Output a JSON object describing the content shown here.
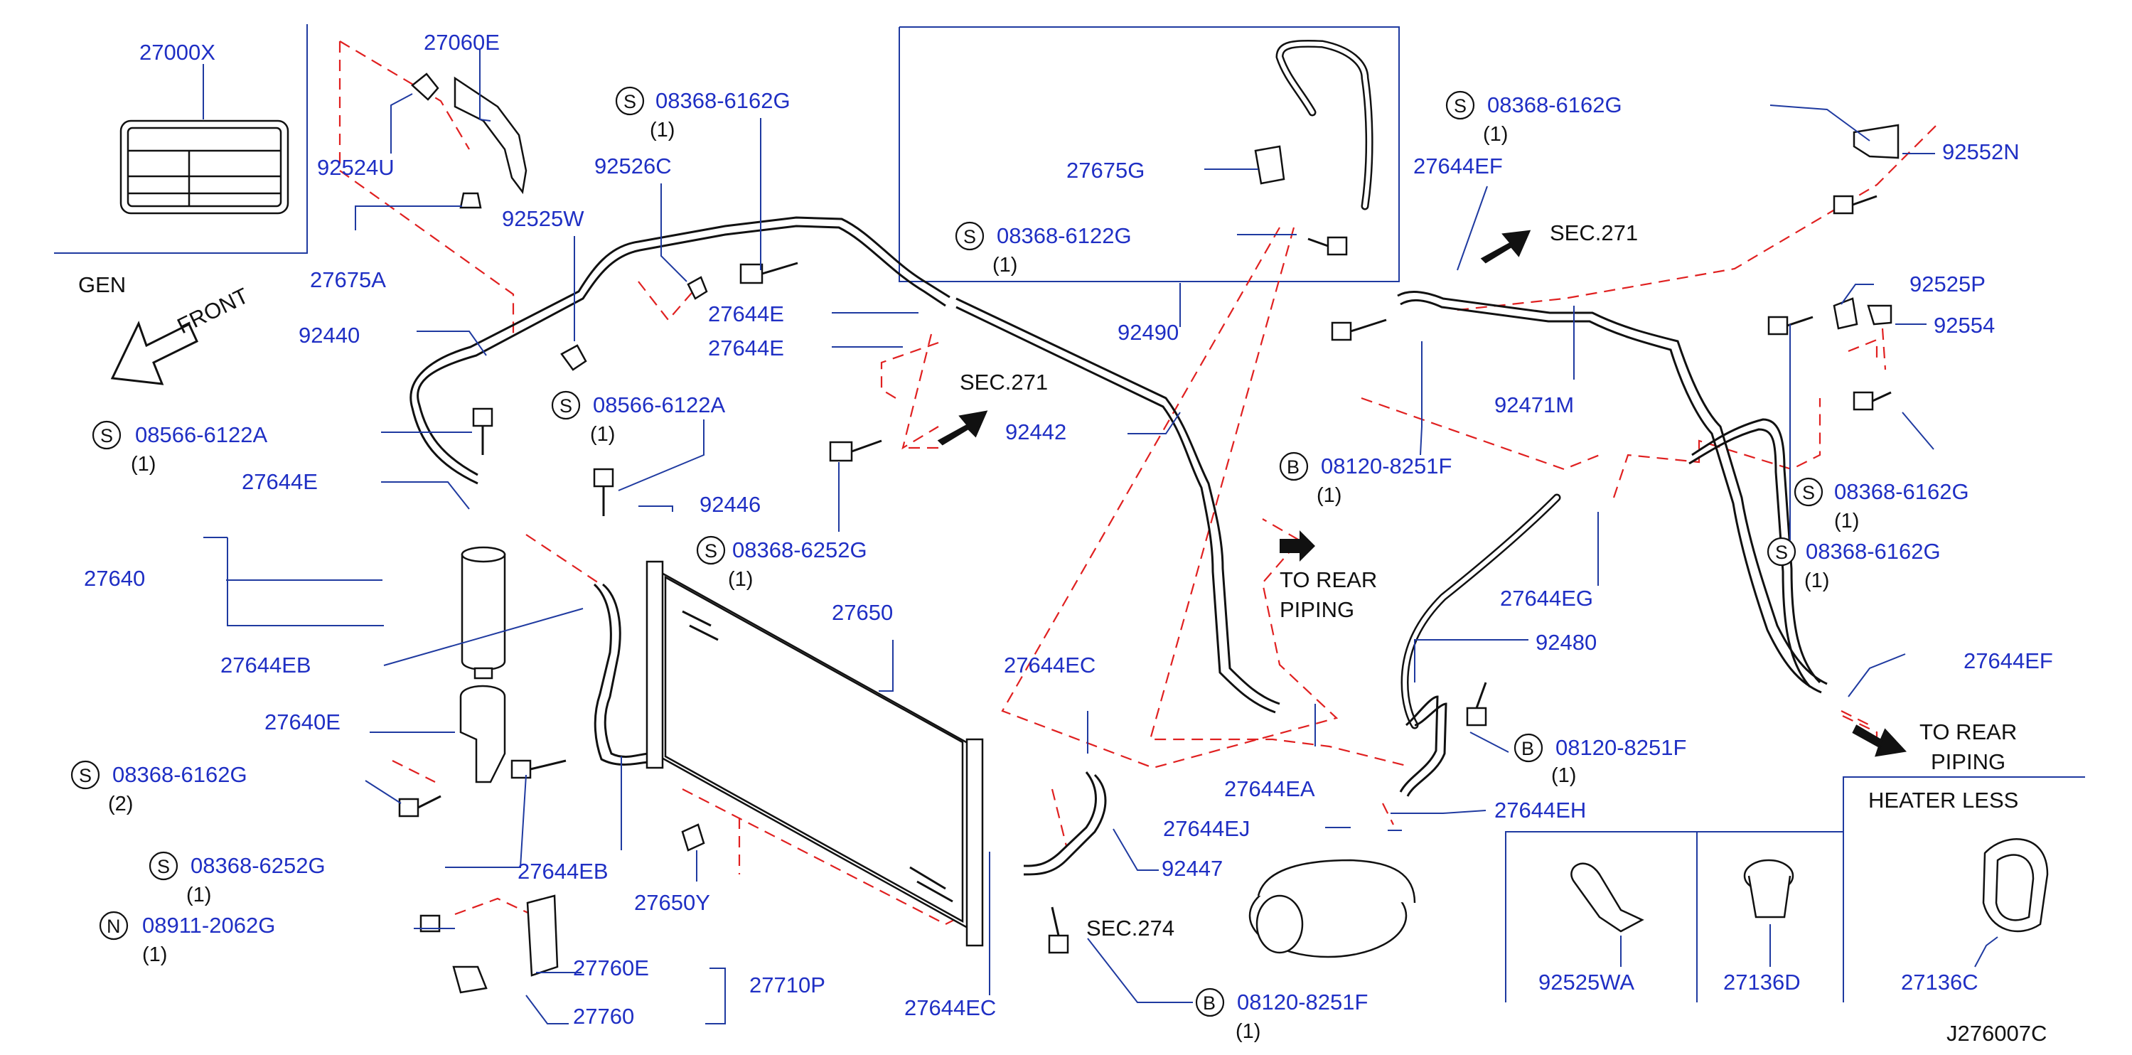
{
  "diagram_code": "J276007C",
  "orientation": {
    "gen": "GEN",
    "front": "FRONT"
  },
  "callouts": [
    {
      "id": "27000X",
      "part": "27000X"
    },
    {
      "id": "27060E",
      "part": "27060E"
    },
    {
      "id": "92524U",
      "part": "92524U"
    },
    {
      "id": "92525W",
      "part": "92525W"
    },
    {
      "id": "27675A",
      "part": "27675A"
    },
    {
      "id": "92526C",
      "part": "92526C"
    },
    {
      "id": "08368-6162G-a",
      "prefix": "S",
      "part": "08368-6162G",
      "qty": "(1)"
    },
    {
      "id": "27644E-a",
      "part": "27644E"
    },
    {
      "id": "27644E-b",
      "part": "27644E"
    },
    {
      "id": "92440",
      "part": "92440"
    },
    {
      "id": "08566-6122A-a",
      "prefix": "S",
      "part": "08566-6122A",
      "qty": "(1)"
    },
    {
      "id": "08566-6122A-b",
      "prefix": "S",
      "part": "08566-6122A",
      "qty": "(1)"
    },
    {
      "id": "27644E-c",
      "part": "27644E"
    },
    {
      "id": "92446",
      "part": "92446"
    },
    {
      "id": "08368-6252G-a",
      "prefix": "S",
      "part": "08368-6252G",
      "qty": "(1)"
    },
    {
      "id": "27640",
      "part": "27640"
    },
    {
      "id": "27644EB-a",
      "part": "27644EB"
    },
    {
      "id": "27650",
      "part": "27650"
    },
    {
      "id": "27640E",
      "part": "27640E"
    },
    {
      "id": "08368-6162G-b",
      "prefix": "S",
      "part": "08368-6162G",
      "qty": "(2)"
    },
    {
      "id": "08368-6252G-b",
      "prefix": "S",
      "part": "08368-6252G",
      "qty": "(1)"
    },
    {
      "id": "27644EB-b",
      "part": "27644EB"
    },
    {
      "id": "27650Y",
      "part": "27650Y"
    },
    {
      "id": "08911-2062G",
      "prefix": "N",
      "part": "08911-2062G",
      "qty": "(1)"
    },
    {
      "id": "27760E",
      "part": "27760E"
    },
    {
      "id": "27760",
      "part": "27760"
    },
    {
      "id": "27710P",
      "part": "27710P"
    },
    {
      "id": "27644EC-a",
      "part": "27644EC"
    },
    {
      "id": "27644EC-b",
      "part": "27644EC"
    },
    {
      "id": "92447",
      "part": "92447"
    },
    {
      "id": "08120-8251F-a",
      "prefix": "B",
      "part": "08120-8251F",
      "qty": "(1)"
    },
    {
      "id": "27675G",
      "part": "27675G"
    },
    {
      "id": "08368-6122G",
      "prefix": "S",
      "part": "08368-6122G",
      "qty": "(1)"
    },
    {
      "id": "92490",
      "part": "92490"
    },
    {
      "id": "92442",
      "part": "92442"
    },
    {
      "id": "08368-6162G-c",
      "prefix": "S",
      "part": "08368-6162G",
      "qty": "(1)"
    },
    {
      "id": "27644EF-a",
      "part": "27644EF"
    },
    {
      "id": "92552N",
      "part": "92552N"
    },
    {
      "id": "92525P",
      "part": "92525P"
    },
    {
      "id": "92554",
      "part": "92554"
    },
    {
      "id": "92471M",
      "part": "92471M"
    },
    {
      "id": "08120-8251F-b",
      "prefix": "B",
      "part": "08120-8251F",
      "qty": "(1)"
    },
    {
      "id": "08368-6162G-d",
      "prefix": "S",
      "part": "08368-6162G",
      "qty": "(1)"
    },
    {
      "id": "08368-6162G-e",
      "prefix": "S",
      "part": "08368-6162G",
      "qty": "(1)"
    },
    {
      "id": "27644EG",
      "part": "27644EG"
    },
    {
      "id": "92480",
      "part": "92480"
    },
    {
      "id": "27644EF-b",
      "part": "27644EF"
    },
    {
      "id": "08120-8251F-c",
      "prefix": "B",
      "part": "08120-8251F",
      "qty": "(1)"
    },
    {
      "id": "27644EA",
      "part": "27644EA"
    },
    {
      "id": "27644EJ",
      "part": "27644EJ"
    },
    {
      "id": "27644EH",
      "part": "27644EH"
    },
    {
      "id": "92525WA",
      "part": "92525WA"
    },
    {
      "id": "27136D",
      "part": "27136D"
    },
    {
      "id": "27136C",
      "part": "27136C"
    }
  ],
  "references": [
    {
      "id": "sec271-a",
      "text": "SEC.271"
    },
    {
      "id": "sec271-b",
      "text": "SEC.271"
    },
    {
      "id": "sec274",
      "text": "SEC.274"
    }
  ],
  "notes": {
    "to_rear_piping_a": [
      "TO  REAR",
      "PIPING"
    ],
    "to_rear_piping_b": [
      "TO  REAR",
      "PIPING"
    ],
    "heater_less": "HEATER  LESS"
  }
}
